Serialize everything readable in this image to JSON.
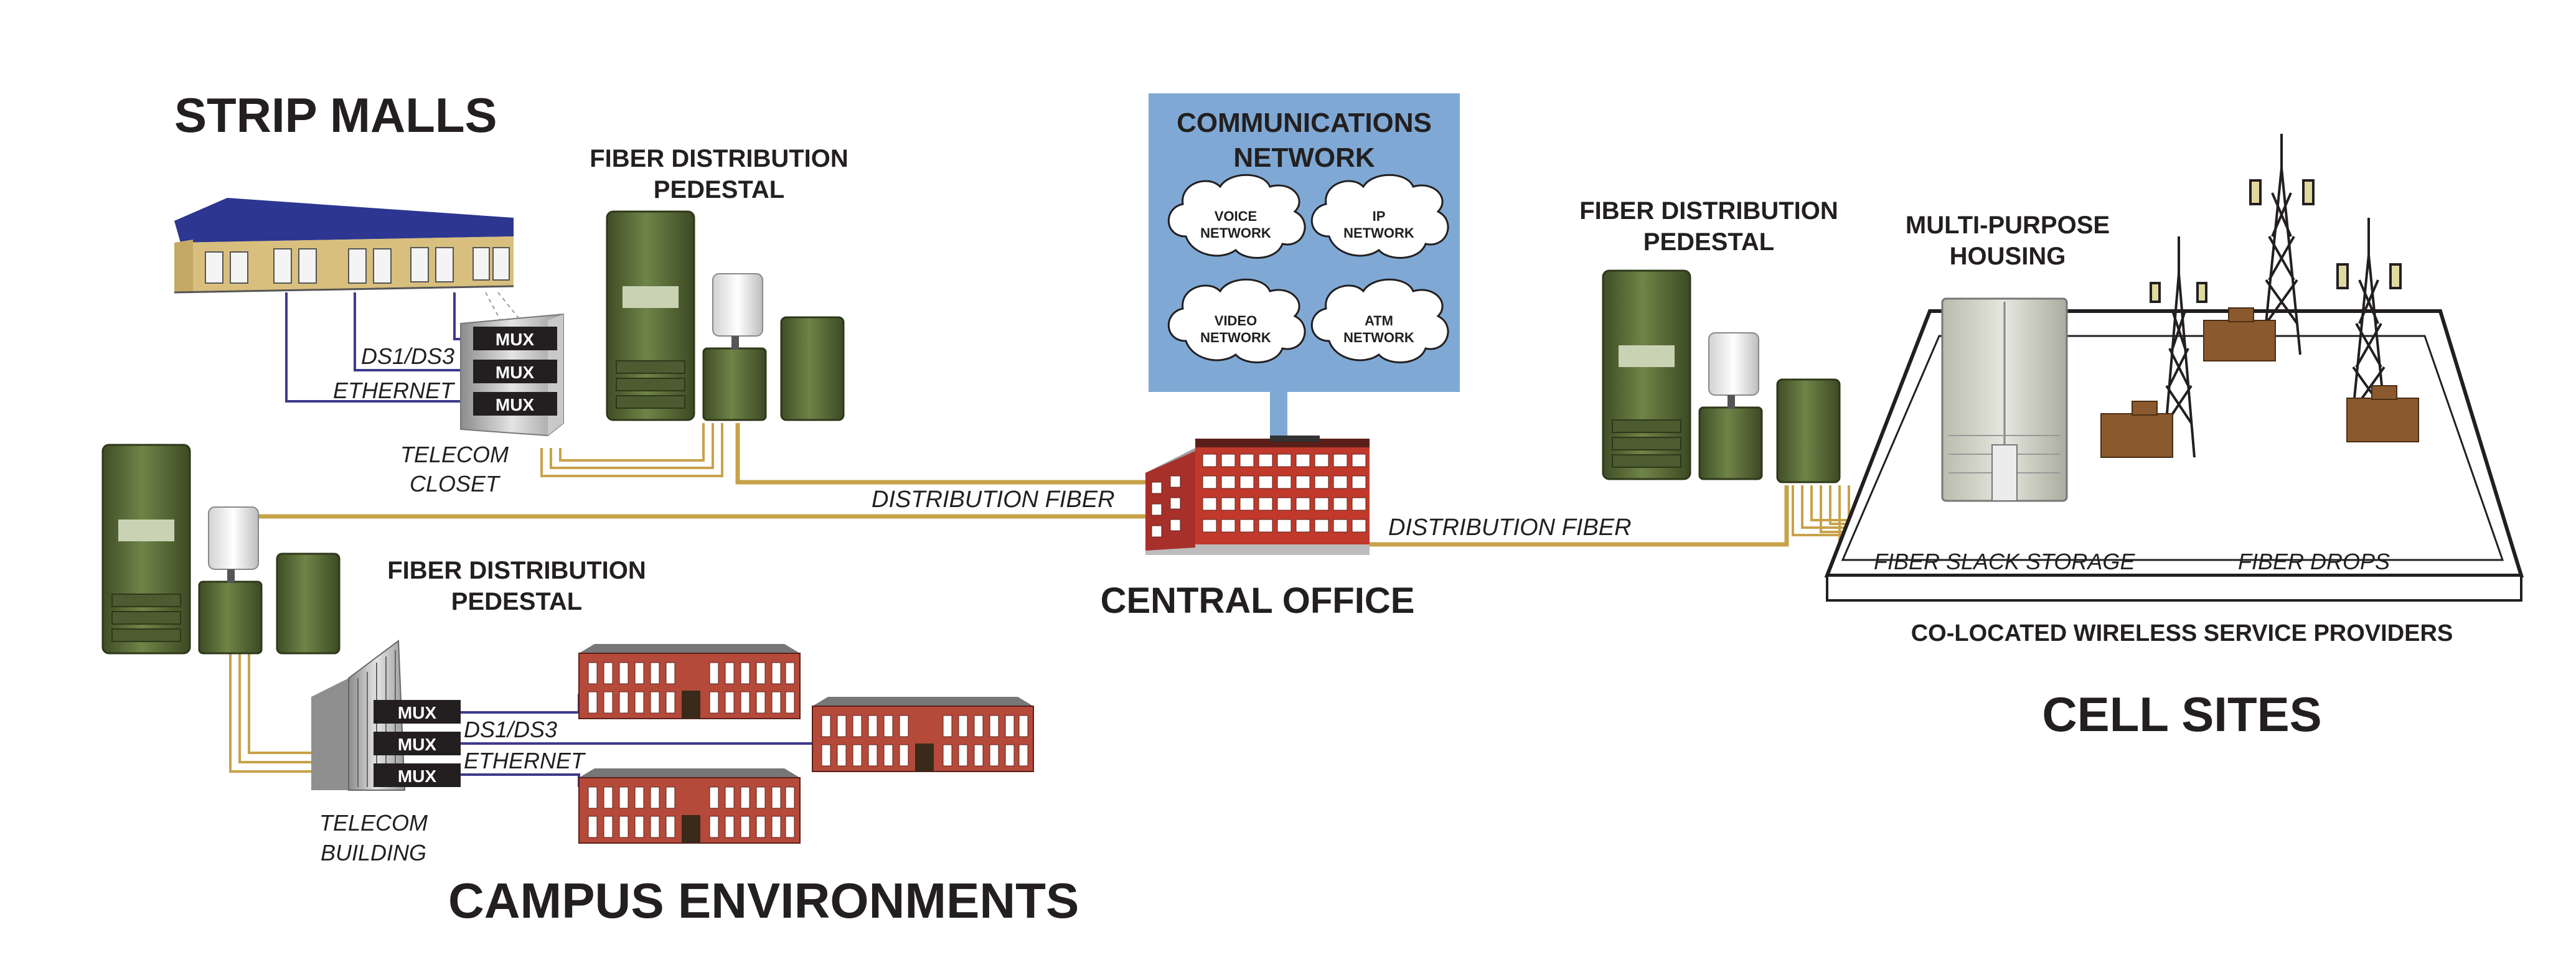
{
  "colors": {
    "fiber": "#c8a24a",
    "copper": "#3d3a8c",
    "network_box": "#7fa9d4",
    "pedestal_green": "#5c6e3b",
    "brick": "#b54a3a",
    "mux_bg": "#231f20",
    "housing": "#d9d9cf",
    "shelter": "#8a5a2e"
  },
  "regions": {
    "strip_malls": "STRIP MALLS",
    "campus_environments": "CAMPUS ENVIRONMENTS",
    "central_office": "CENTRAL OFFICE",
    "cell_sites": "CELL SITES"
  },
  "network": {
    "title_line1": "COMMUNICATIONS",
    "title_line2": "NETWORK",
    "clouds": [
      {
        "line1": "VOICE",
        "line2": "NETWORK"
      },
      {
        "line1": "IP",
        "line2": "NETWORK"
      },
      {
        "line1": "VIDEO",
        "line2": "NETWORK"
      },
      {
        "line1": "ATM",
        "line2": "NETWORK"
      }
    ]
  },
  "labels": {
    "fdp_line1": "FIBER DISTRIBUTION",
    "fdp_line2": "PEDESTAL",
    "distribution_fiber": "DISTRIBUTION FIBER",
    "mux": "MUX",
    "ds1_ds3": "DS1/DS3",
    "ethernet": "ETHERNET",
    "telecom_closet_line1": "TELECOM",
    "telecom_closet_line2": "CLOSET",
    "telecom_building_line1": "TELECOM",
    "telecom_building_line2": "BUILDING",
    "mph_line1": "MULTI-PURPOSE",
    "mph_line2": "HOUSING",
    "fiber_slack_storage": "FIBER SLACK STORAGE",
    "fiber_drops": "FIBER DROPS",
    "colocated": "CO-LOCATED WIRELESS SERVICE PROVIDERS"
  }
}
